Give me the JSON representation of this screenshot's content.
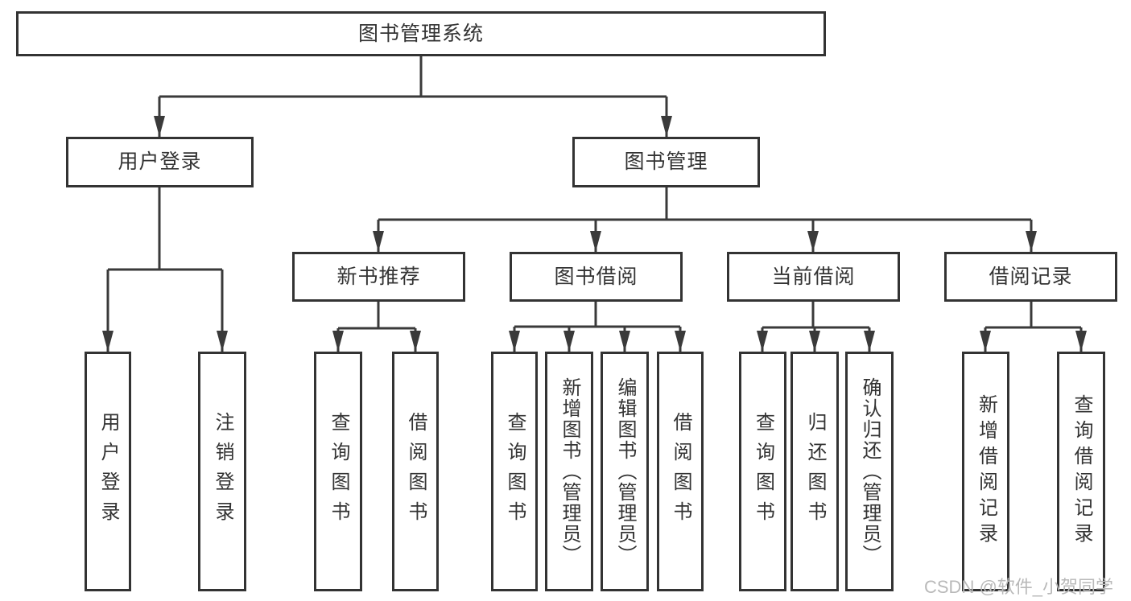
{
  "diagram": {
    "title": "图书管理系统",
    "root": {
      "label": "图书管理系统"
    },
    "branches": [
      {
        "label": "用户登录",
        "children": [
          "用户登录",
          "注销登录"
        ]
      },
      {
        "label": "图书管理",
        "sections": [
          {
            "label": "新书推荐",
            "children": [
              "查询图书",
              "借阅图书"
            ]
          },
          {
            "label": "图书借阅",
            "children": [
              "查询图书",
              "新增图书（管理员）",
              "编辑图书（管理员）",
              "借阅图书"
            ]
          },
          {
            "label": "当前借阅",
            "children": [
              "查询图书",
              "归还图书",
              "确认归还（管理员）"
            ]
          },
          {
            "label": "借阅记录",
            "children": [
              "新增借阅记录",
              "查询借阅记录"
            ]
          }
        ]
      }
    ]
  },
  "watermark": {
    "text": "CSDN @软件_小贺同学"
  },
  "colors": {
    "line": "#3a3a3a",
    "border": "#333333",
    "text": "#333333",
    "watermark": "#b9b9b9",
    "background": "#ffffff"
  }
}
